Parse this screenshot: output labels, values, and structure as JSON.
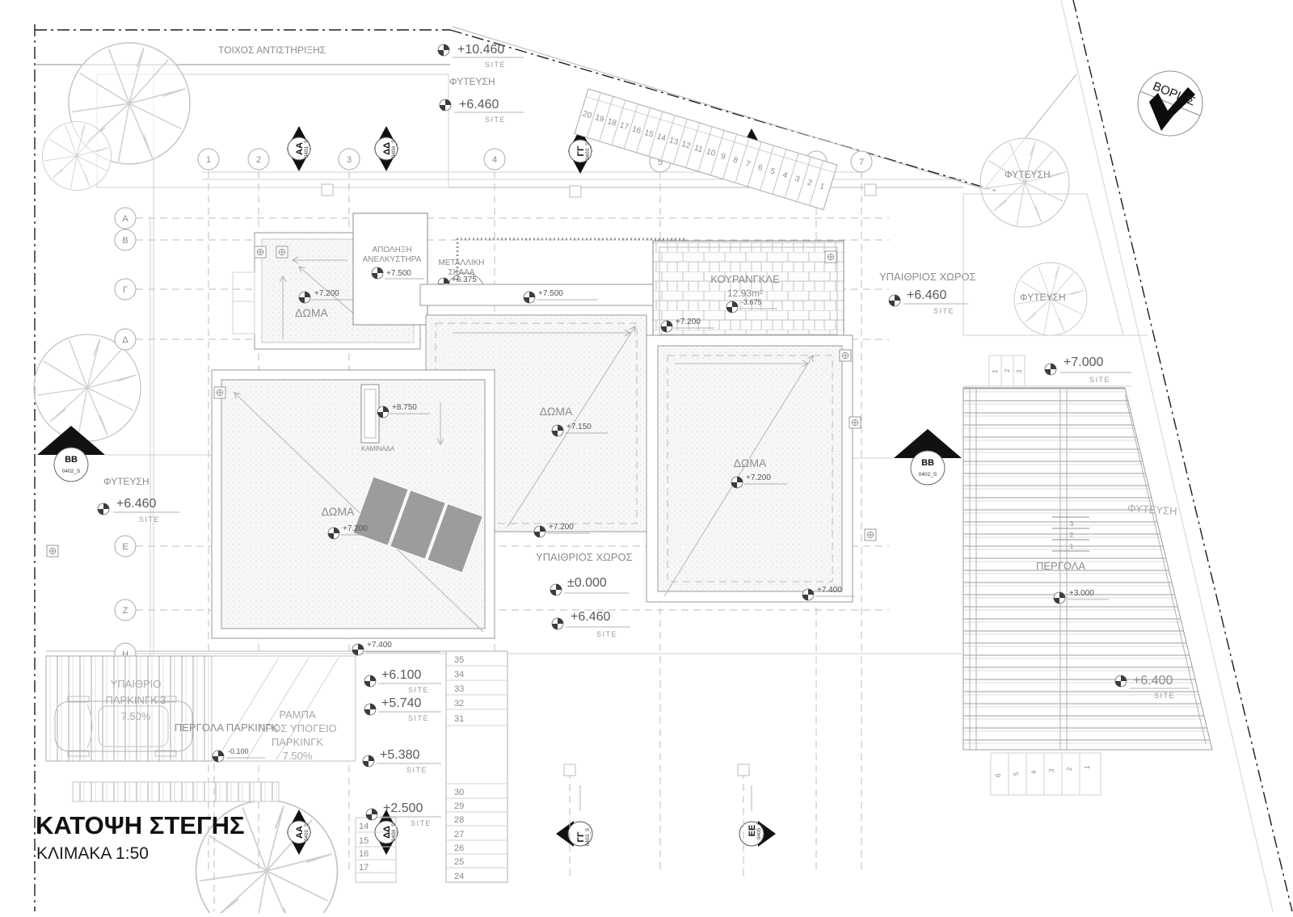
{
  "sheet": {
    "title": "ΚΑΤΟΨΗ ΣΤΕΓΗΣ",
    "scale": "ΚΛΙΜΑΚΑ 1:50",
    "north": "ΒΟΡΙΑΣ"
  },
  "labels": {
    "retaining_wall": "ΤΟΙΧΟΣ ΑΝΤΙΣΤΗΡΙΞΗΣ",
    "planting": "ΦΥΤΕΥΣΗ",
    "site": "SITE",
    "open_space": "ΥΠΑΙΘΡΙΟΣ ΧΩΡΟΣ",
    "pergola": "ΠΕΡΓΟΛΑ",
    "roof": "ΔΩΜΑ",
    "elevator1": "ΑΠΟΛΗΞΗ",
    "elevator2": "ΑΝΕΛΚΥΣΤΗΡΑ",
    "metal_stair1": "ΜΕΤΑΛΛΙΚΗ",
    "metal_stair2": "ΣΚΑΛΑ",
    "chimney": "ΚΑΜΙΝΑΔΑ",
    "cour": "ΚΟΥΡΑΝΓΚΛΕ",
    "cour_area": "12.93m²",
    "parking1": "ΥΠΑΙΘΡΙΟ",
    "parking2": "ΠΑΡΚΙΝΓΚ 3",
    "parking_slope": "7.50%",
    "pergola_parking": "ΠΕΡΓΟΛΑ ΠΑΡΚΙΝΓΚ",
    "ramp1": "ΡΑΜΠΑ",
    "ramp2": "ΠΡΟΣ ΥΠΟΓΕΙΟ",
    "ramp3": "ΠΑΡΚΙΝΓΚ",
    "ramp_slope": "7.50%"
  },
  "elev": {
    "p10460": "+10.460",
    "p6460": "+6.460",
    "p7000": "+7.000",
    "p7500": "+7.500",
    "p7200": "+7.200",
    "p7150": "+7.150",
    "p7400": "+7.400",
    "p8750": "+8.750",
    "p6375": "+6.375",
    "p6100": "+6.100",
    "p5740": "+5.740",
    "p5380": "+5.380",
    "p2500": "+2.500",
    "p3000": "+3.000",
    "zero": "±0.000",
    "m0100": "-0.100",
    "m3675": "-3.675",
    "p6400": "+6.400"
  },
  "grid": {
    "cols": [
      "1",
      "2",
      "3",
      "4",
      "5",
      "6",
      "7"
    ],
    "rows": [
      "Α",
      "Β",
      "Γ",
      "Δ",
      "Ε",
      "Ζ",
      "Η"
    ]
  },
  "sections": {
    "aa": {
      "l": "ΑΑ",
      "r": "0401_S"
    },
    "bb": {
      "l": "ΒΒ",
      "r": "0402_S"
    },
    "gg": {
      "l": "ΓΓ",
      "r": "0403_S"
    },
    "dd": {
      "l": "ΔΔ",
      "r": "0404_S"
    },
    "ee": {
      "l": "ΕΕ",
      "r": "0405_S"
    }
  },
  "stairs": {
    "top": [
      "20",
      "19",
      "18",
      "17",
      "16",
      "15",
      "14",
      "13",
      "12",
      "11",
      "10",
      "9",
      "8",
      "7",
      "6",
      "5",
      "4",
      "3",
      "2",
      "1"
    ],
    "col_upper": [
      "35",
      "34",
      "33",
      "32",
      "31"
    ],
    "col_lower": [
      "30",
      "29",
      "28",
      "27",
      "26",
      "25",
      "24"
    ],
    "col_left": [
      "14",
      "15",
      "16",
      "17"
    ],
    "pergola_top": [
      "1",
      "2",
      "3"
    ],
    "pergola_mid": [
      "3",
      "2",
      "1"
    ],
    "pergola_bottom": [
      "6",
      "5",
      "4",
      "3",
      "2",
      "1"
    ]
  }
}
